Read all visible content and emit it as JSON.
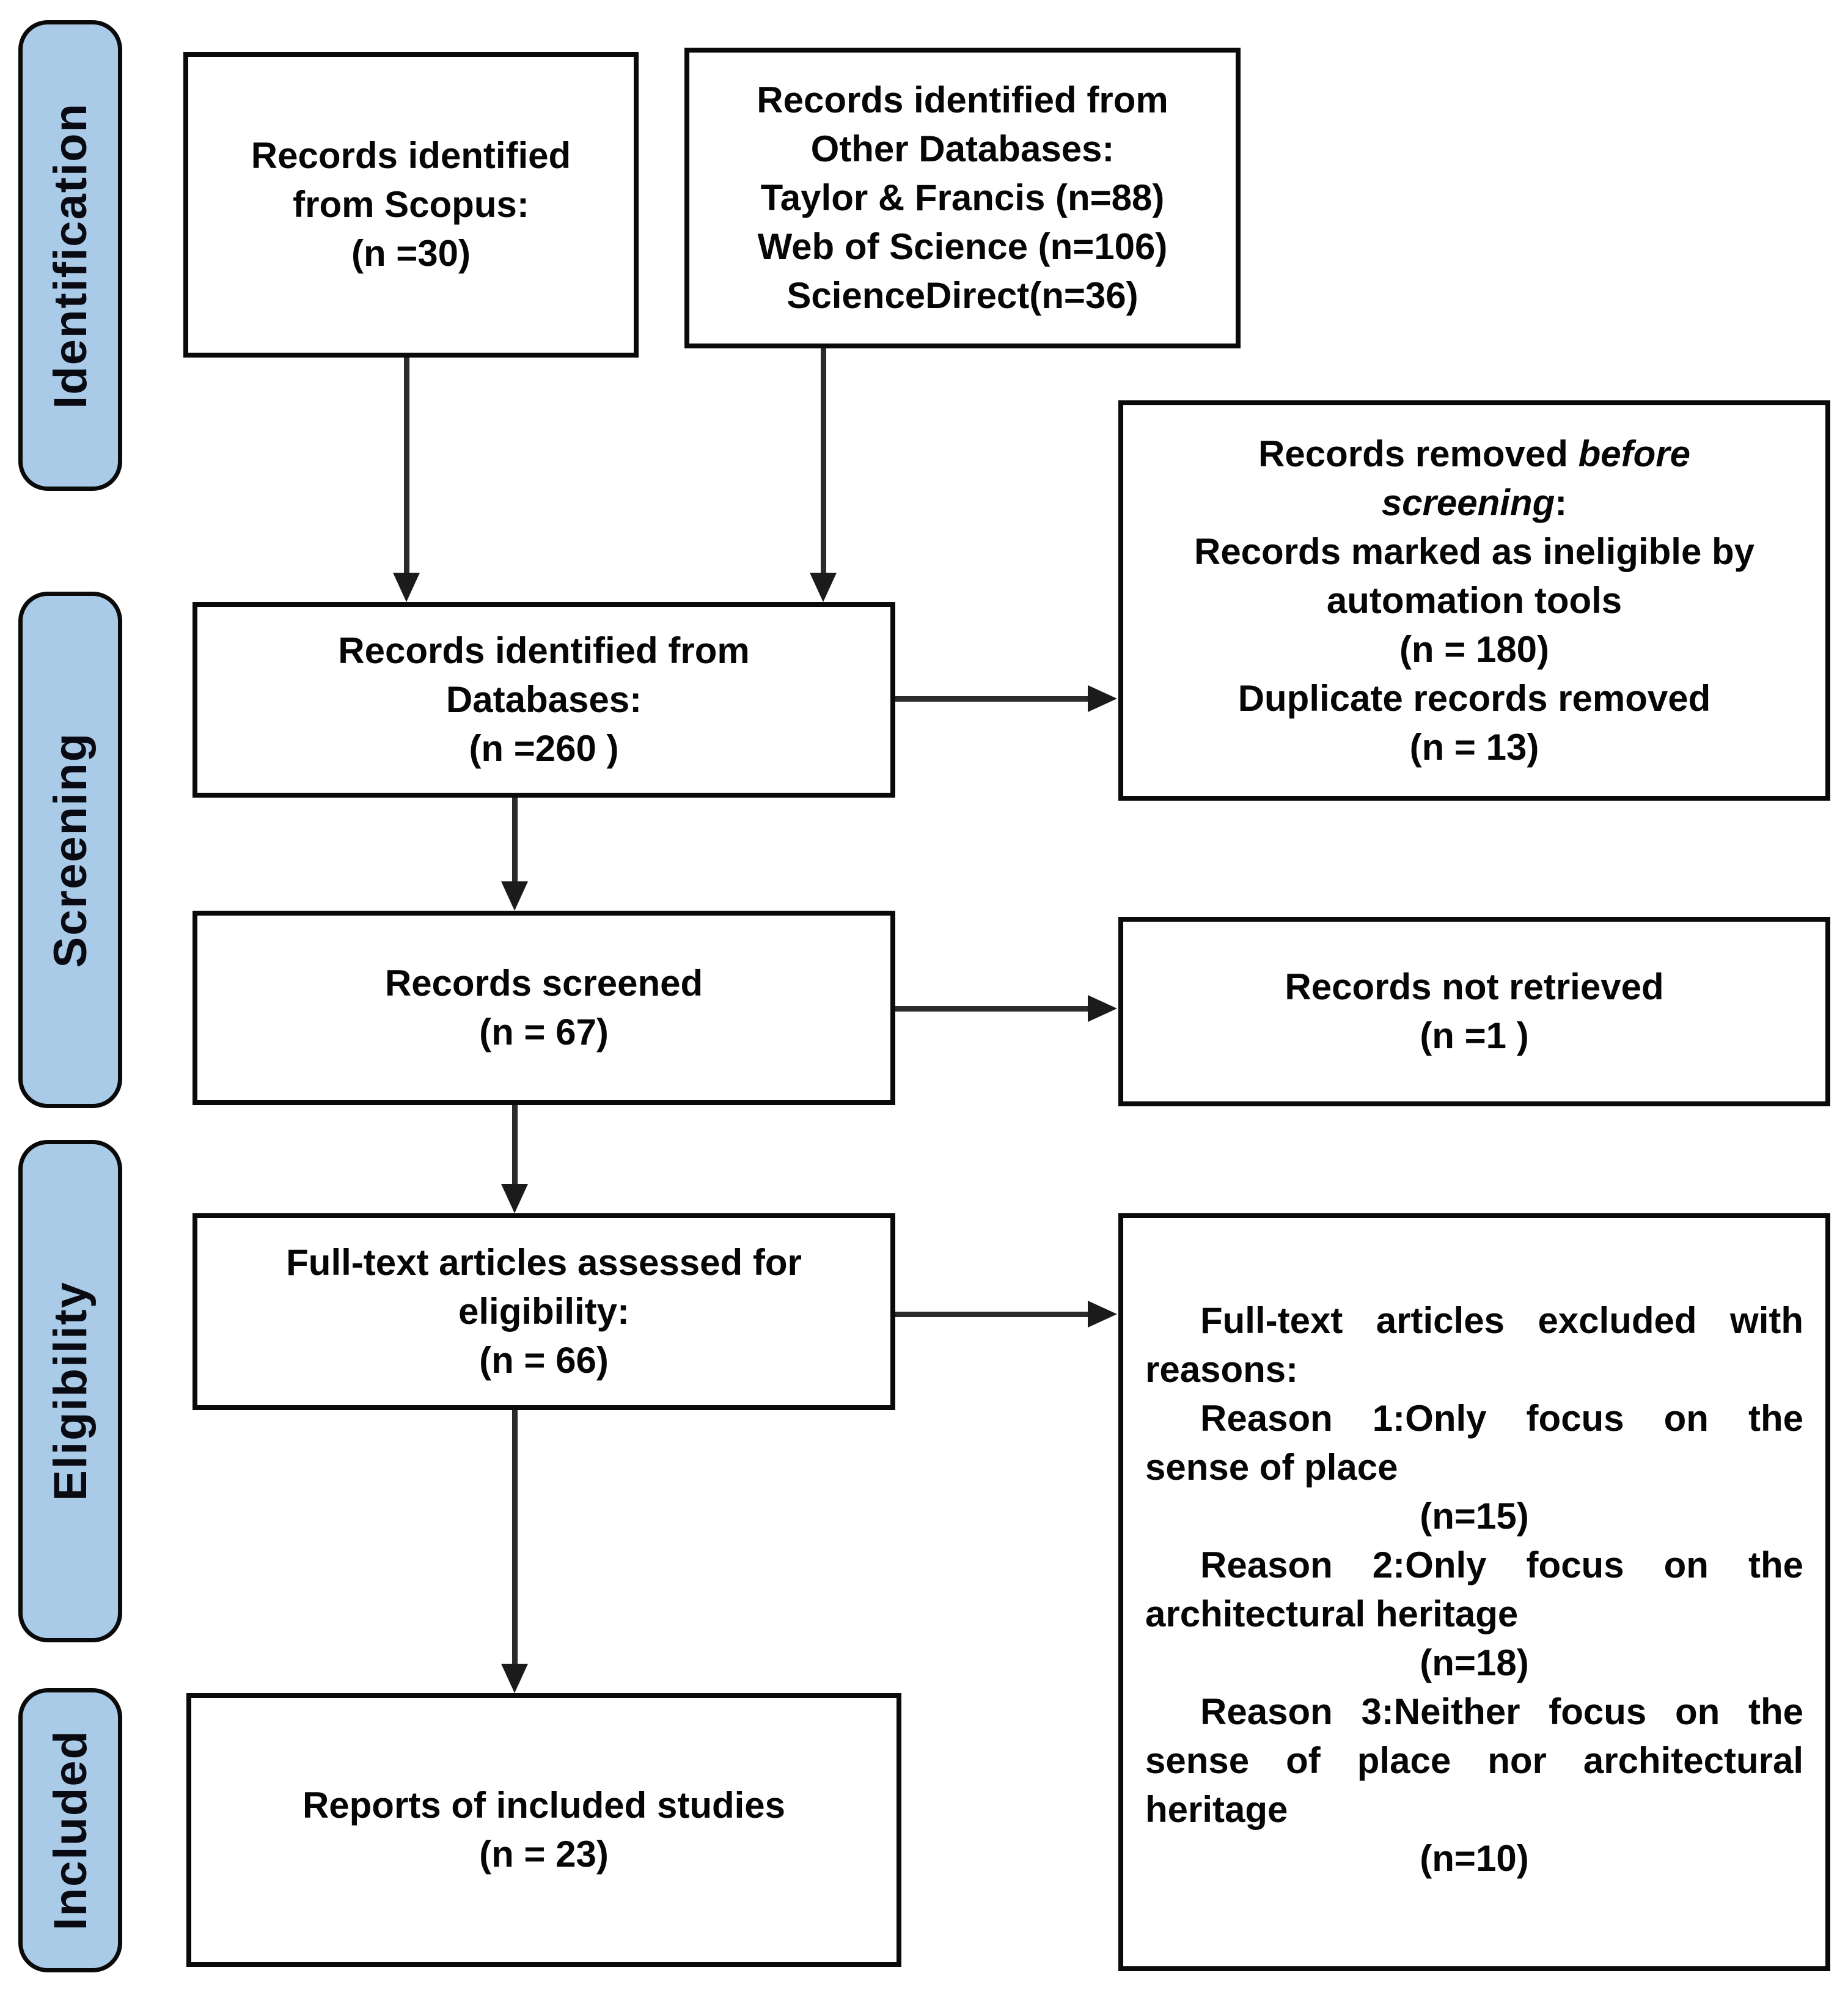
{
  "palette": {
    "stage_fill": "#a9cbe8",
    "stage_border": "#0a0a0a",
    "box_fill": "#ffffff",
    "box_border": "#0a0a0a",
    "arrow": "#2b2b2b",
    "text": "#060608"
  },
  "sidebar": {
    "stages": [
      {
        "label": "Identification"
      },
      {
        "label": "Screening"
      },
      {
        "label": "Eligibility"
      },
      {
        "label": "Included"
      }
    ]
  },
  "boxes": {
    "scopus": {
      "lines": [
        "Records identified",
        "from Scopus:",
        "(n =30)"
      ]
    },
    "other_databases": {
      "lines": [
        "Records identified from",
        "Other Databases:",
        "Taylor & Francis (n=88)",
        "Web of Science (n=106)",
        "ScienceDirect(n=36)"
      ]
    },
    "removed": {
      "l1a": "Records removed ",
      "l1b": "before",
      "l2a": "screening",
      "l2b": ":",
      "lines": [
        "Records marked as ineligible by",
        "automation tools",
        "(n = 180)",
        "Duplicate records removed",
        "(n = 13)"
      ]
    },
    "databases": {
      "lines": [
        "Records identified from",
        "Databases:",
        "(n =260 )"
      ]
    },
    "screened": {
      "lines": [
        "Records screened",
        "(n = 67)"
      ]
    },
    "not_retrieved": {
      "lines": [
        "Records not retrieved",
        "(n =1 )"
      ]
    },
    "fulltext": {
      "lines": [
        "Full-text articles assessed for",
        "eligibility:",
        "(n = 66)"
      ]
    },
    "excluded": {
      "lines": [
        "Full-text articles excluded with",
        "reasons:",
        "Reason 1:Only focus on the",
        "sense of place",
        "(n=15)",
        "Reason 2:Only focus on the",
        "architectural heritage",
        "(n=18)",
        "Reason 3:Neither focus on the",
        "sense of place nor architectural",
        "heritage",
        "(n=10)"
      ]
    },
    "reports": {
      "lines": [
        "Reports of included studies",
        "(n = 23)"
      ]
    }
  }
}
